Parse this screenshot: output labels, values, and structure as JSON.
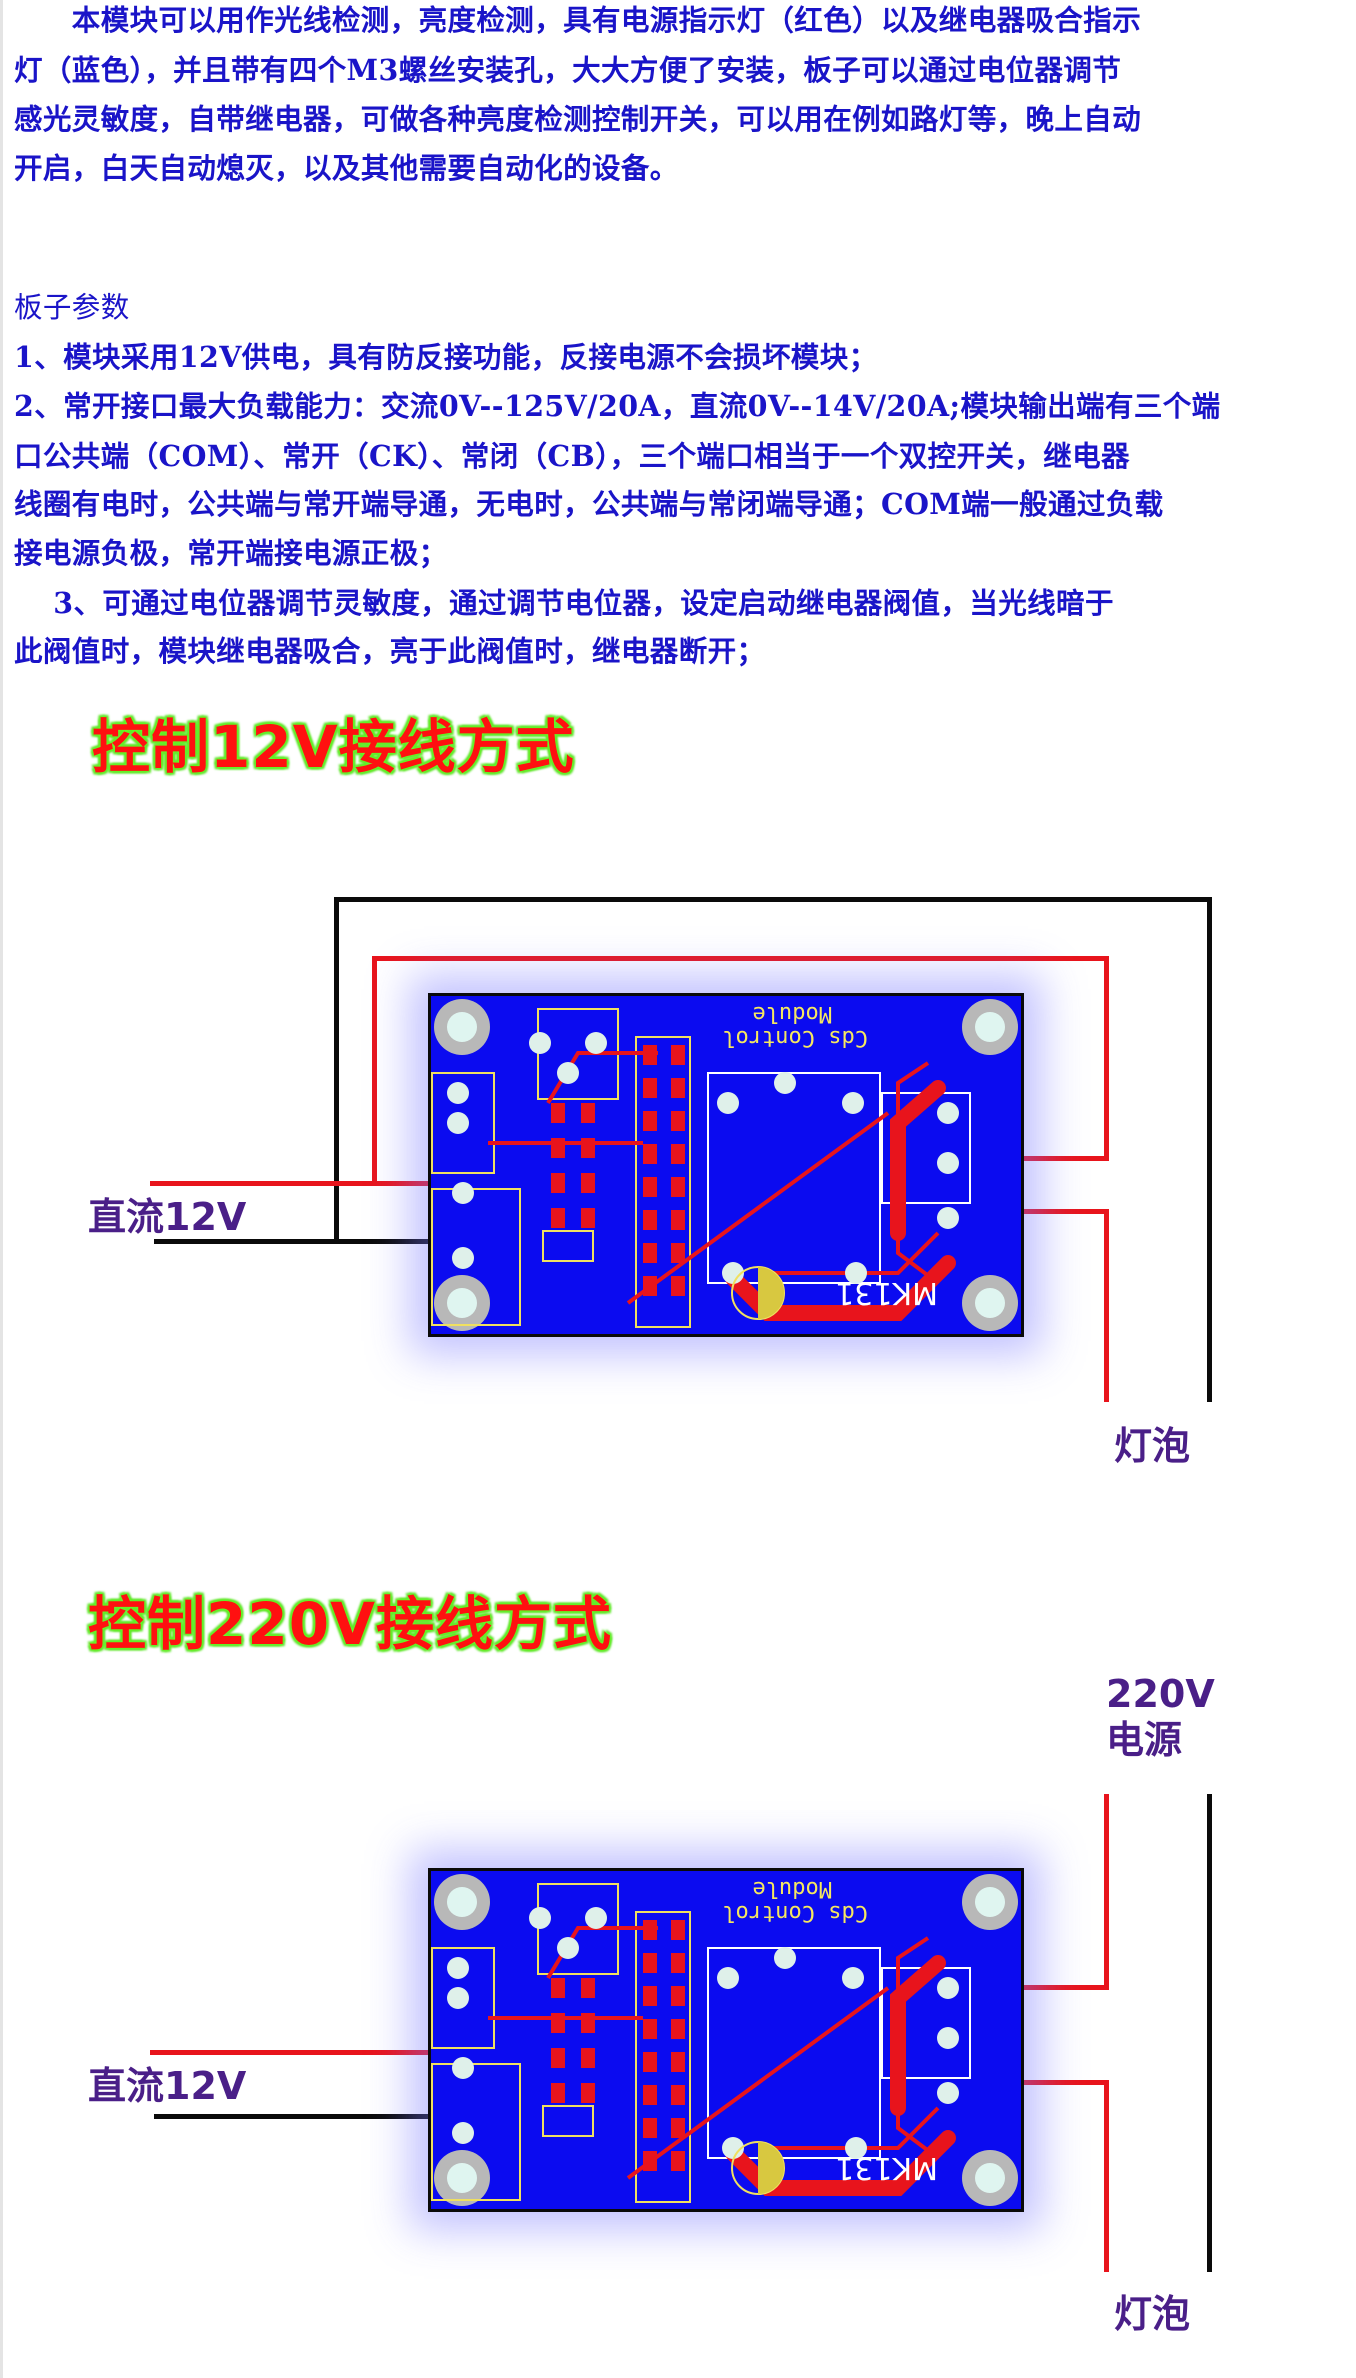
{
  "intro": {
    "lines": [
      "　　本模块可以用作光线检测，亮度检测，具有电源指示灯（红色）以及继电器吸合指示",
      "灯（蓝色），并且带有四个M3螺丝安装孔，大大方便了安装，板子可以通过电位器调节",
      "感光灵敏度，自带继电器，可做各种亮度检测控制开关，可以用在例如路灯等，晚上自动",
      "开启，白天自动熄灭，以及其他需要自动化的设备。"
    ]
  },
  "params": {
    "heading": "板子参数",
    "lines": [
      "  1、模块采用12V供电，具有防反接功能，反接电源不会损坏模块；",
      "  2、常开接口最大负载能力：交流0V--125V/20A，直流0V--14V/20A;模块输出端有三个端",
      "口公共端（COM）、常开（CK）、常闭（CB），三个端口相当于一个双控开关，继电器",
      "线圈有电时，公共端与常开端导通，无电时，公共端与常闭端导通；COM端一般通过负载",
      "接电源负极，常开端接电源正极；",
      "　  3、可通过电位器调节灵敏度，通过调节电位器，设定启动继电器阀值，当光线暗于",
      "此阀值时，模块继电器吸合，亮于此阀值时，继电器断开；"
    ]
  },
  "diagram12v": {
    "title": "控制12V接线方式",
    "input_label": "直流12V",
    "load_label": "灯泡"
  },
  "diagram220v": {
    "title": "控制220V接线方式",
    "input_label": "直流12V",
    "source_label_line1": "220V",
    "source_label_line2": "电源",
    "load_label": "灯泡"
  },
  "pcb": {
    "silk_line1": "Cds Control",
    "silk_line2": "Module",
    "model": "MK131"
  },
  "colors": {
    "text": "#1a14c8",
    "title": "#ff1010",
    "label": "#4a1f88",
    "pcb": "#0b0bf0",
    "wire_red": "#e8141c",
    "wire_black": "#0a0a0a"
  }
}
